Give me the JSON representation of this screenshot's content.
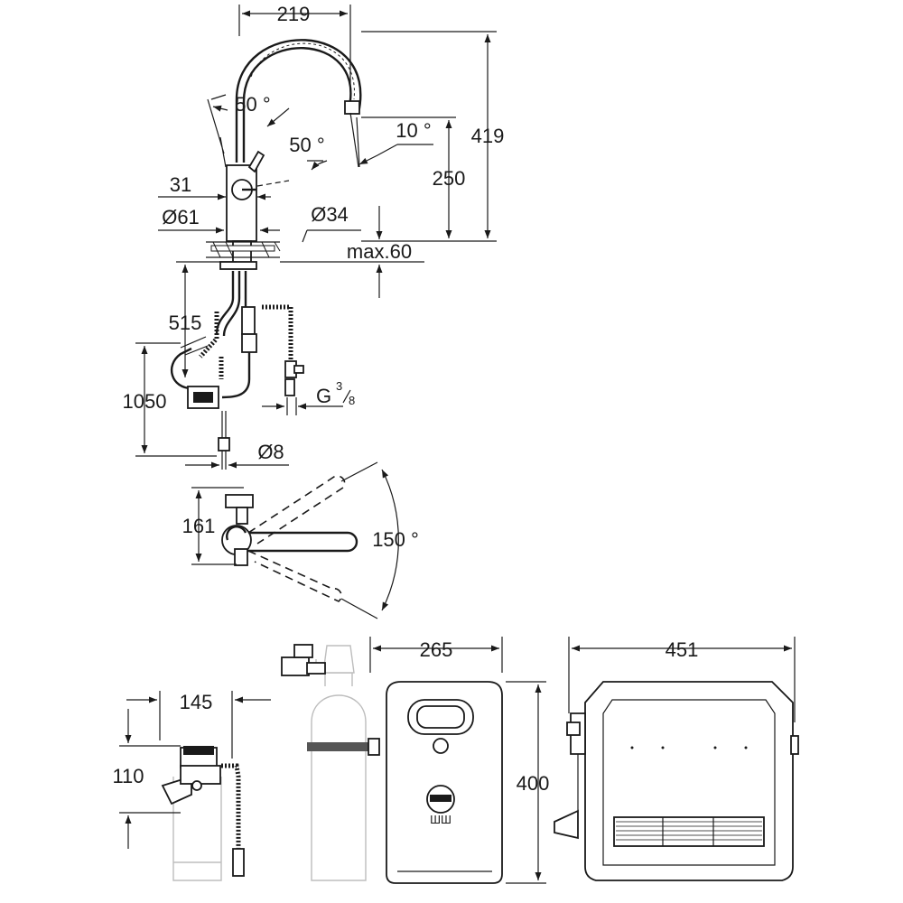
{
  "drawing": {
    "dimensions": {
      "spout_reach": "219",
      "lever_angle_left": "50 °",
      "lever_angle_right": "50 °",
      "spout_tilt": "10 °",
      "total_height": "419",
      "spout_height": "250",
      "lever_offset": "31",
      "base_diameter": "Ø61",
      "shank_diameter": "Ø34",
      "max_counter": "max.60",
      "hose_length_upper": "515",
      "hose_length_total": "1050",
      "thread_size": "G",
      "thread_num": "3",
      "thread_den": "8",
      "tube_diameter": "Ø8",
      "plan_depth": "161",
      "swivel_angle": "150 °",
      "filter_width": "145",
      "filter_height": "110",
      "chiller_depth": "265",
      "chiller_height": "400",
      "chiller_width": "451"
    },
    "labels": {
      "chiller_badge": "ШШ"
    }
  }
}
